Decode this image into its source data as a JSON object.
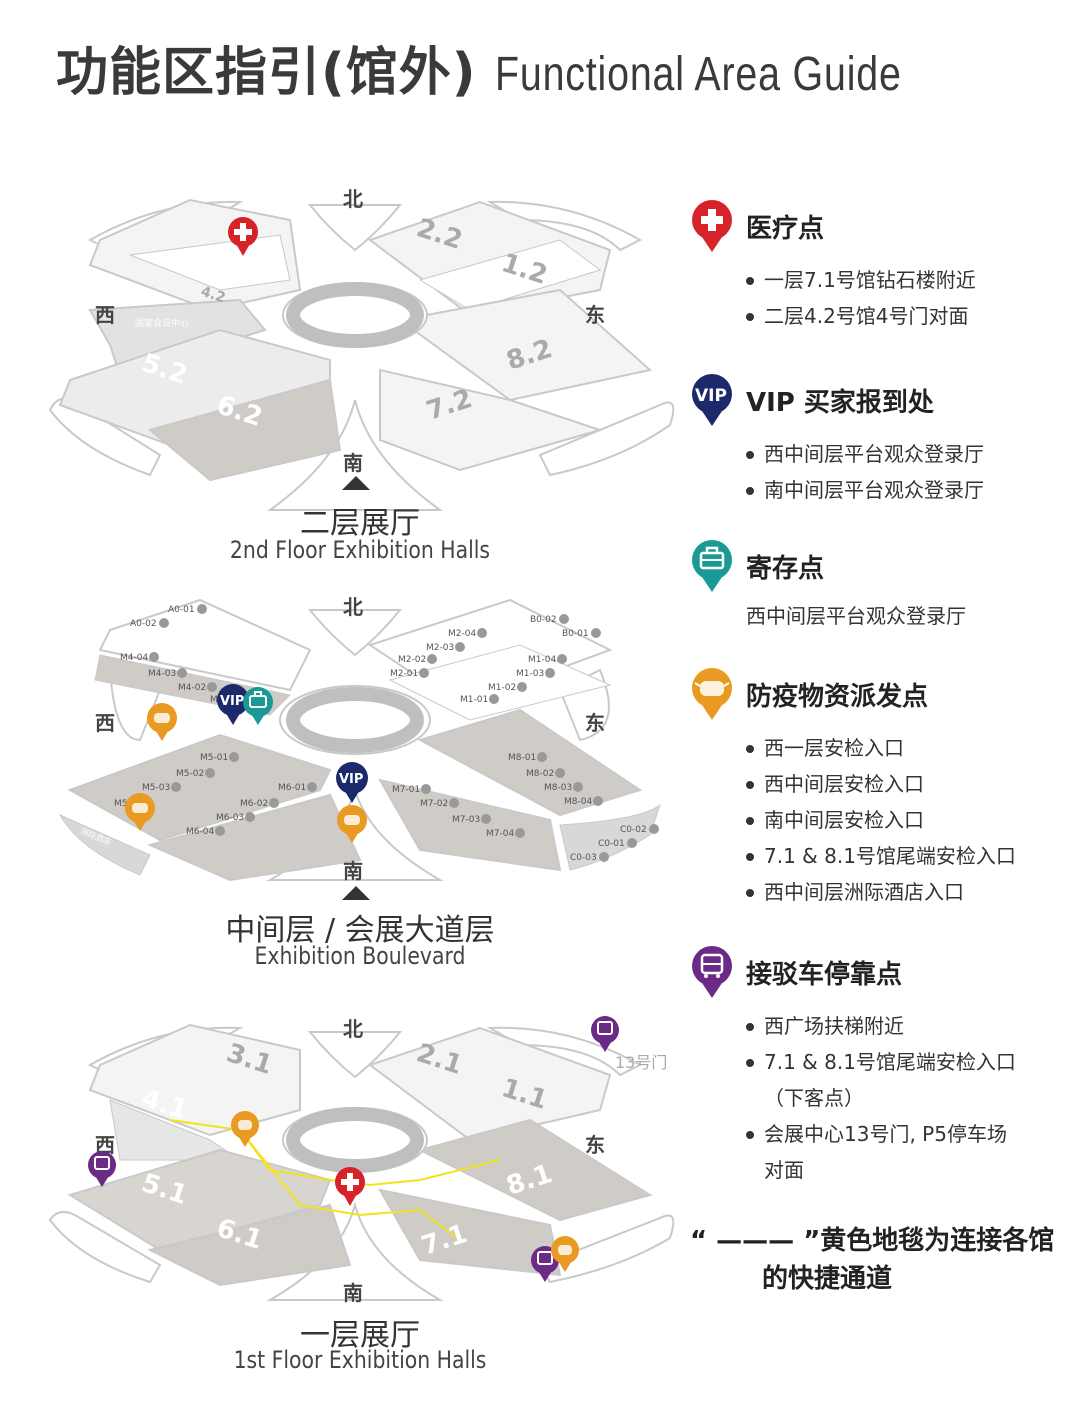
{
  "title": {
    "cn": "功能区指引(馆外)",
    "en": "Functional Area Guide"
  },
  "directions": {
    "north": "北",
    "south": "南",
    "west": "西",
    "east": "东"
  },
  "maps": [
    {
      "id": "floor2",
      "caption_cn": "二层展厅",
      "caption_en": "2nd Floor Exhibition Halls",
      "halls": [
        "2.2",
        "1.2",
        "4.2",
        "5.2",
        "6.2",
        "7.2",
        "8.2"
      ],
      "west_label": "国家会议中心"
    },
    {
      "id": "boulevard",
      "caption_cn": "中间层 / 会展大道层",
      "caption_en": "Exhibition Boulevard",
      "points": [
        "A0-01",
        "A0-02",
        "M4-04",
        "M4-03",
        "M4-02",
        "M",
        "B0-02",
        "B0-01",
        "M2-04",
        "M2-03",
        "M2-02",
        "M2-01",
        "M1-04",
        "M1-03",
        "M1-02",
        "M1-01",
        "M5-01",
        "M5-02",
        "M5-03",
        "M5",
        "M6-01",
        "M6-02",
        "M6-03",
        "M6-04",
        "M8-01",
        "M8-02",
        "M8-03",
        "M8-04",
        "M7-01",
        "M7-02",
        "M7-03",
        "M7-04",
        "C0-02",
        "C0-01",
        "C0-03"
      ],
      "west_label": "洲际酒店"
    },
    {
      "id": "floor1",
      "caption_cn": "一层展厅",
      "caption_en": "1st Floor Exhibition Halls",
      "halls": [
        "3.1",
        "2.1",
        "4.1",
        "1.1",
        "5.1",
        "8.1",
        "6.1",
        "7.1"
      ],
      "gate_label": "13号门"
    }
  ],
  "legend": [
    {
      "icon": "medical-icon",
      "color": "#d7222a",
      "title": "医疗点",
      "items": [
        "一层7.1号馆钻石楼附近",
        "二层4.2号馆4号门对面"
      ]
    },
    {
      "icon": "vip-icon",
      "color": "#1c2a6b",
      "icon_text": "VIP",
      "title": "VIP 买家报到处",
      "items": [
        "西中间层平台观众登录厅",
        "南中间层平台观众登录厅"
      ]
    },
    {
      "icon": "storage-icon",
      "color": "#1a9a96",
      "title": "寄存点",
      "plain": "西中间层平台观众登录厅"
    },
    {
      "icon": "mask-icon",
      "color": "#e89a22",
      "title": "防疫物资派发点",
      "items": [
        "西一层安检入口",
        "西中间层安检入口",
        "南中间层安检入口",
        "7.1 & 8.1号馆尾端安检入口",
        "西中间层洲际酒店入口"
      ]
    },
    {
      "icon": "bus-icon",
      "color": "#6a2a86",
      "title": "接驳车停靠点",
      "items": [
        "西广场扶梯附近",
        "7.1 & 8.1号馆尾端安检入口",
        "（下客点）",
        "会展中心13号门, P5停车场",
        "对面"
      ]
    }
  ],
  "note": {
    "line1": "“ ——— ”黄色地毯为连接各馆",
    "line2": "的快捷通道",
    "carpet_color": "#f3e21c"
  }
}
